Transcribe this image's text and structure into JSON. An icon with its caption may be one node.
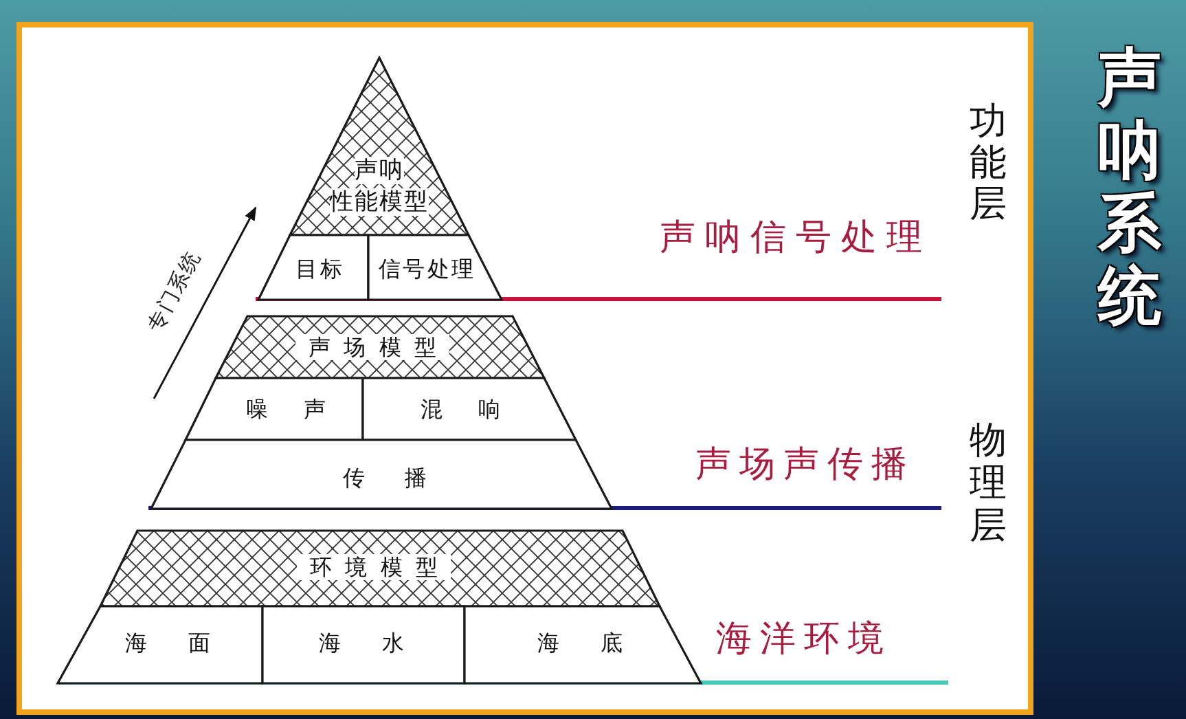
{
  "diagram": {
    "title": "声呐系统",
    "nodes": [
      {
        "text": [
          "声呐性能模型"
        ]
      },
      {
        "text": [
          "目标"
        ]
      },
      {
        "text": [
          "信号处理"
        ]
      },
      {
        "text": [
          "声场模型"
        ]
      },
      {
        "text": [
          "噪声"
        ]
      },
      {
        "text": [
          "混响"
        ]
      },
      {
        "text": [
          "传播"
        ]
      },
      {
        "text": [
          "环境模型"
        ]
      },
      {
        "text": [
          "海面"
        ]
      },
      {
        "text": [
          "海水"
        ]
      },
      {
        "text": [
          "海底"
        ]
      }
    ],
    "labels": [
      "功能层",
      "声呐信号处理",
      "专门系统",
      "物理层",
      "声场声传播",
      "海洋环境"
    ]
  }
}
